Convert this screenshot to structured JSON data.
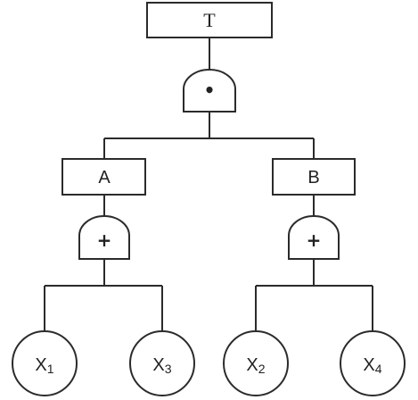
{
  "top_event": {
    "label": "T"
  },
  "top_gate": {
    "type": "AND",
    "symbol": "•"
  },
  "intermediate_events": [
    {
      "id": "A",
      "label": "A",
      "gate": {
        "type": "OR",
        "symbol": "+"
      }
    },
    {
      "id": "B",
      "label": "B",
      "gate": {
        "type": "OR",
        "symbol": "+"
      }
    }
  ],
  "basic_events": [
    {
      "base": "X",
      "sub": "1",
      "parent": "A"
    },
    {
      "base": "X",
      "sub": "3",
      "parent": "A"
    },
    {
      "base": "X",
      "sub": "2",
      "parent": "B"
    },
    {
      "base": "X",
      "sub": "4",
      "parent": "B"
    }
  ]
}
